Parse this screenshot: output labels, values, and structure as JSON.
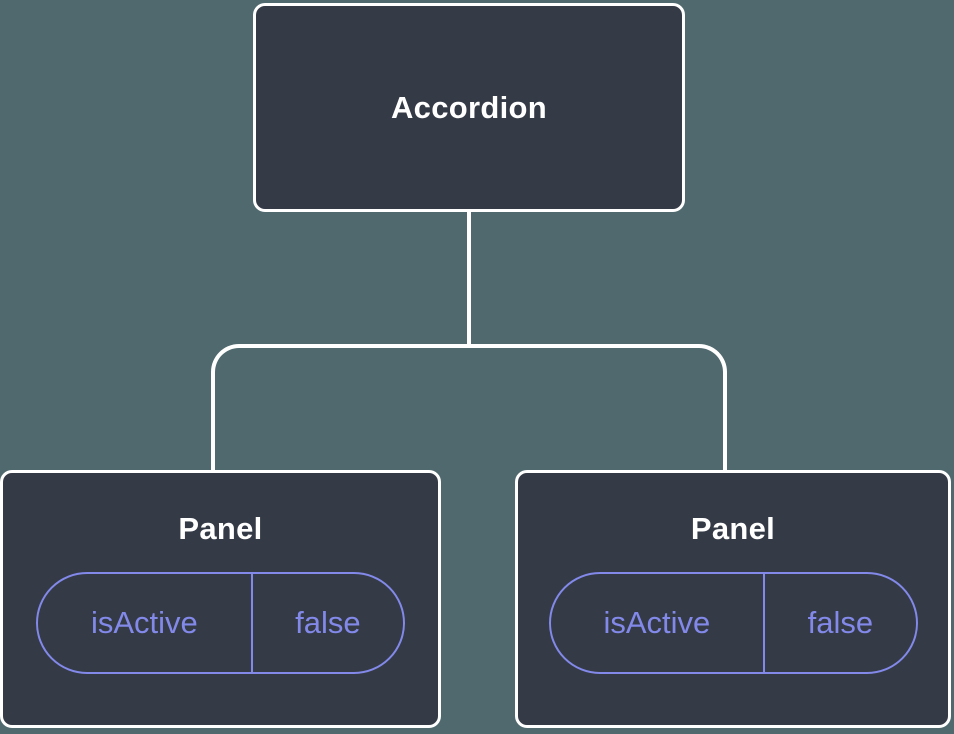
{
  "tree": {
    "root": {
      "label": "Accordion"
    },
    "children": [
      {
        "label": "Panel",
        "state": {
          "name": "isActive",
          "value": "false"
        }
      },
      {
        "label": "Panel",
        "state": {
          "name": "isActive",
          "value": "false"
        }
      }
    ]
  },
  "colors": {
    "background": "#50696e",
    "node_fill": "#343a46",
    "node_border": "#ffffff",
    "node_text": "#ffffff",
    "state_accent": "#8289e9"
  }
}
